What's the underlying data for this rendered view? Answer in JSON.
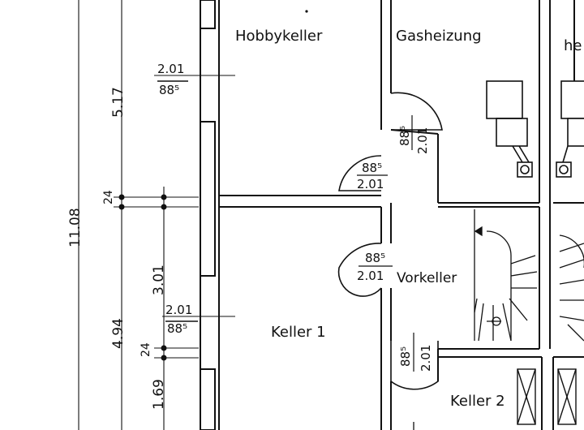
{
  "rooms": {
    "hobbykeller": "Hobbykeller",
    "gasheizung": "Gasheizung",
    "partial_right": "he",
    "keller1": "Keller 1",
    "vorkeller": "Vorkeller",
    "keller2": "Keller 2"
  },
  "dimensions": {
    "total": "11.08",
    "upper": "5.17",
    "wall_upper": "24",
    "lower": "4.94",
    "lower_sub": "3.01",
    "wall_lower": "24",
    "bottom": "1.69"
  },
  "windows": {
    "hobby_top": "2.01",
    "hobby_bottom": "88⁵",
    "keller1_top": "2.01",
    "keller1_bottom": "88⁵"
  },
  "doors": {
    "hobby_top": "88⁵",
    "hobby_bottom": "2.01",
    "gas_top": "88⁵",
    "gas_bottom": "2.01",
    "keller1_top": "88⁵",
    "keller1_bottom": "2.01",
    "keller2_top": "88⁵",
    "keller2_bottom": "2.01"
  }
}
